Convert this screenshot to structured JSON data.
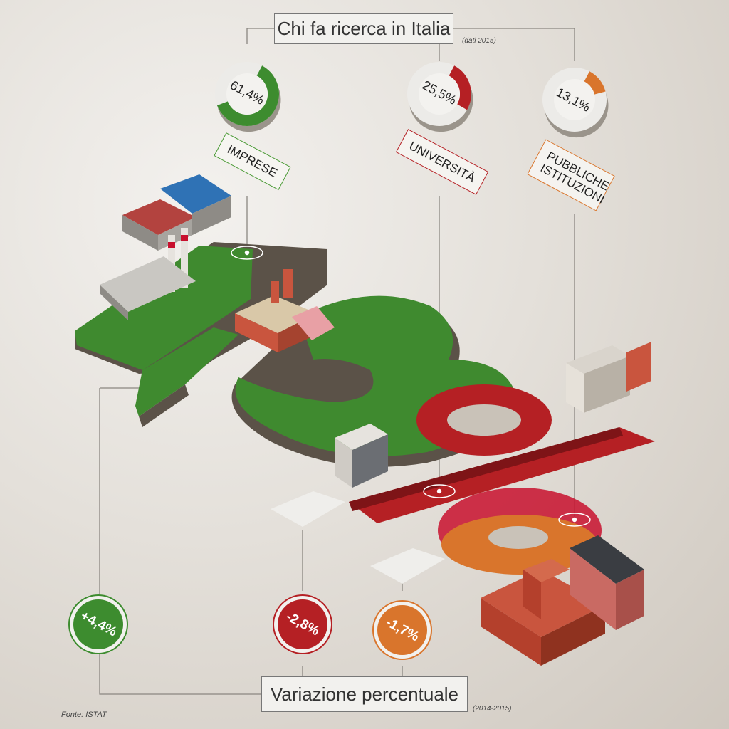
{
  "title": "Chi fa ricerca in Italia",
  "title_note": "(dati 2015)",
  "subtitle": "Variazione percentuale",
  "subtitle_note": "(2014-2015)",
  "source": "Fonte: ISTAT",
  "colors": {
    "imprese": "#3d8c2f",
    "universita": "#b52024",
    "istituzioni": "#d9752c"
  },
  "chart_data": {
    "type": "pie",
    "title": "Chi fa ricerca in Italia",
    "categories": [
      "IMPRESE",
      "UNIVERSITÀ",
      "PUBBLICHE ISTITUZIONI"
    ],
    "values": [
      61.4,
      25.5,
      13.1
    ],
    "value_labels": [
      "61,4%",
      "25,5%",
      "13,1%"
    ],
    "variation": {
      "title": "Variazione percentuale",
      "values": [
        4.4,
        -2.8,
        -1.7
      ],
      "labels": [
        "+4,4%",
        "-2,8%",
        "-1,7%"
      ]
    }
  }
}
